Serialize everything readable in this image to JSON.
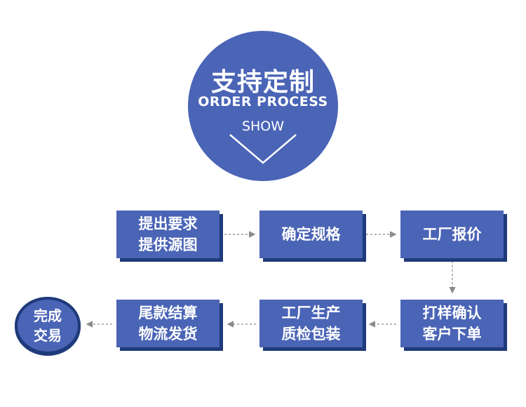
{
  "header": {
    "title": "支持定制",
    "subtitle": "ORDER PROCESS",
    "tag": "SHOW"
  },
  "steps": [
    {
      "line1": "提出要求",
      "line2": "提供源图"
    },
    {
      "line1": "确定规格",
      "line2": ""
    },
    {
      "line1": "工厂报价",
      "line2": ""
    },
    {
      "line1": "打样确认",
      "line2": "客户下单"
    },
    {
      "line1": "工厂生产",
      "line2": "质检包装"
    },
    {
      "line1": "尾款结算",
      "line2": "物流发货"
    }
  ],
  "final": {
    "line1": "完成",
    "line2": "交易"
  },
  "colors": {
    "box": "#4a64b6",
    "shadow": "#1f3a7a",
    "arrow": "#8a8a8a"
  }
}
